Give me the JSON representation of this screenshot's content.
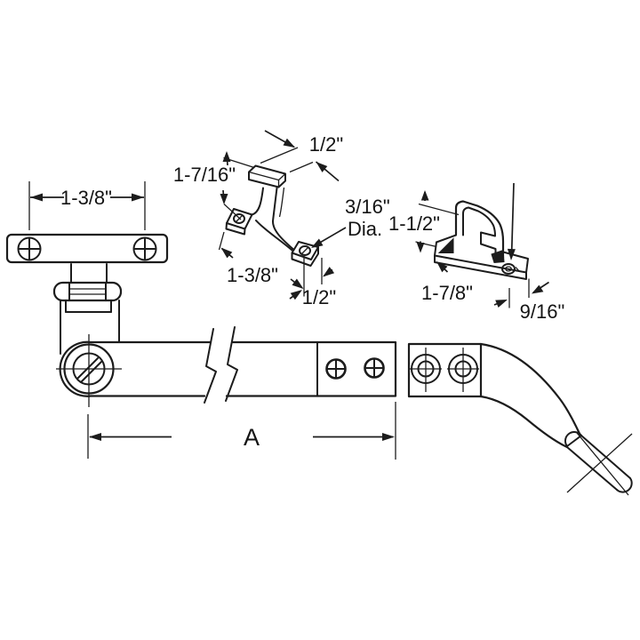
{
  "figure": {
    "type": "technical-line-drawing",
    "description": "Exploded dimensioned line drawing of window operator hardware: hinged mounting plate, operator bracket, keeper bracket, long flat operator arm with break lines, and curved handle end.",
    "colors": {
      "background": "#ffffff",
      "line": "#1c1c1c"
    },
    "parts": [
      "hinge-plate-assembly",
      "operator-bracket",
      "keeper-bracket",
      "operator-arm",
      "curved-handle"
    ]
  },
  "labels": {
    "plate_width": "1-3/8\"",
    "cap_width": "1/2\"",
    "bracket_height": "1-7/16\"",
    "hole_dia_value": "3/16\"",
    "hole_dia_word": "Dia.",
    "keeper_height": "1-1/2\"",
    "bracket_base_width": "1-3/8\"",
    "foot_width": "1/2\"",
    "keeper_base_length": "1-7/8\"",
    "keeper_base_depth": "9/16\"",
    "arm_length": "A"
  }
}
